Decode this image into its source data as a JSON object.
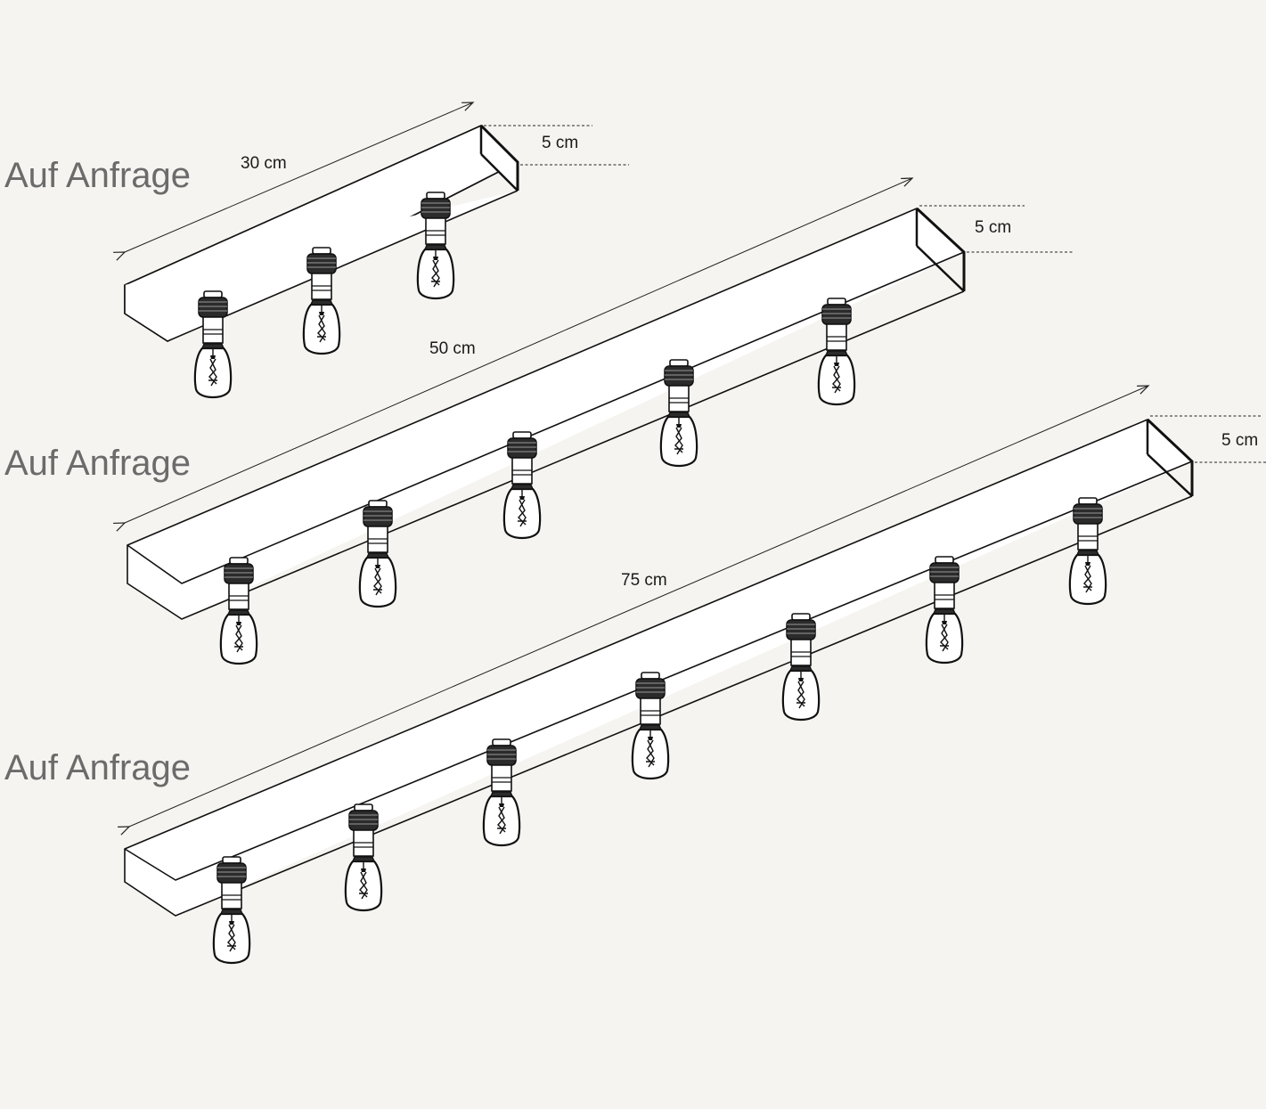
{
  "bars": [
    {
      "price_label": "Auf Anfrage",
      "length_label": "30 cm",
      "height_label": "5 cm",
      "bulb_count": 3
    },
    {
      "price_label": "Auf Anfrage",
      "length_label": "50 cm",
      "height_label": "5 cm",
      "bulb_count": 5
    },
    {
      "price_label": "Auf Anfrage",
      "length_label": "75 cm",
      "height_label": "5 cm",
      "bulb_count": 7
    }
  ],
  "icons": {
    "bulb": "edison-bulb-socket-icon"
  },
  "colors": {
    "background": "#f5f4f0",
    "price_text": "#6b6b6b",
    "line": "#111111"
  }
}
